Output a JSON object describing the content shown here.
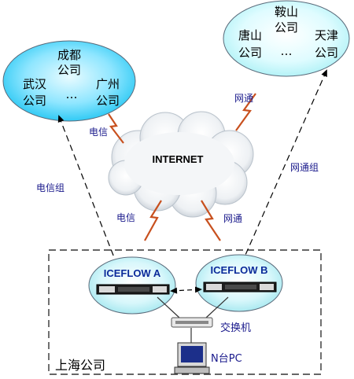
{
  "internet": {
    "label": "INTERNET"
  },
  "left_group": {
    "top_line1": "成都",
    "top_line2": "公司",
    "left_line1": "武汉",
    "left_line2": "公司",
    "ellipsis": "…",
    "right_line1": "广州",
    "right_line2": "公司"
  },
  "right_group": {
    "top_line1": "鞍山",
    "top_line2": "公司",
    "left_line1": "唐山",
    "left_line2": "公司",
    "ellipsis": "…",
    "right_line1": "天津",
    "right_line2": "公司"
  },
  "links": {
    "left_upper": "电信",
    "right_upper": "网通",
    "left_lower": "电信",
    "right_lower": "网通",
    "left_group_label": "电信组",
    "right_group_label": "网通组"
  },
  "devices": {
    "a": "ICEFLOW A",
    "b": "ICEFLOW B",
    "switch": "交换机",
    "pc": "N台PC"
  },
  "hq": {
    "label": "上海公司"
  },
  "colors": {
    "left_ellipse": "#00ccff",
    "right_ellipse": "#ccffff",
    "lightning": "#c8501e",
    "border": "#333333"
  }
}
